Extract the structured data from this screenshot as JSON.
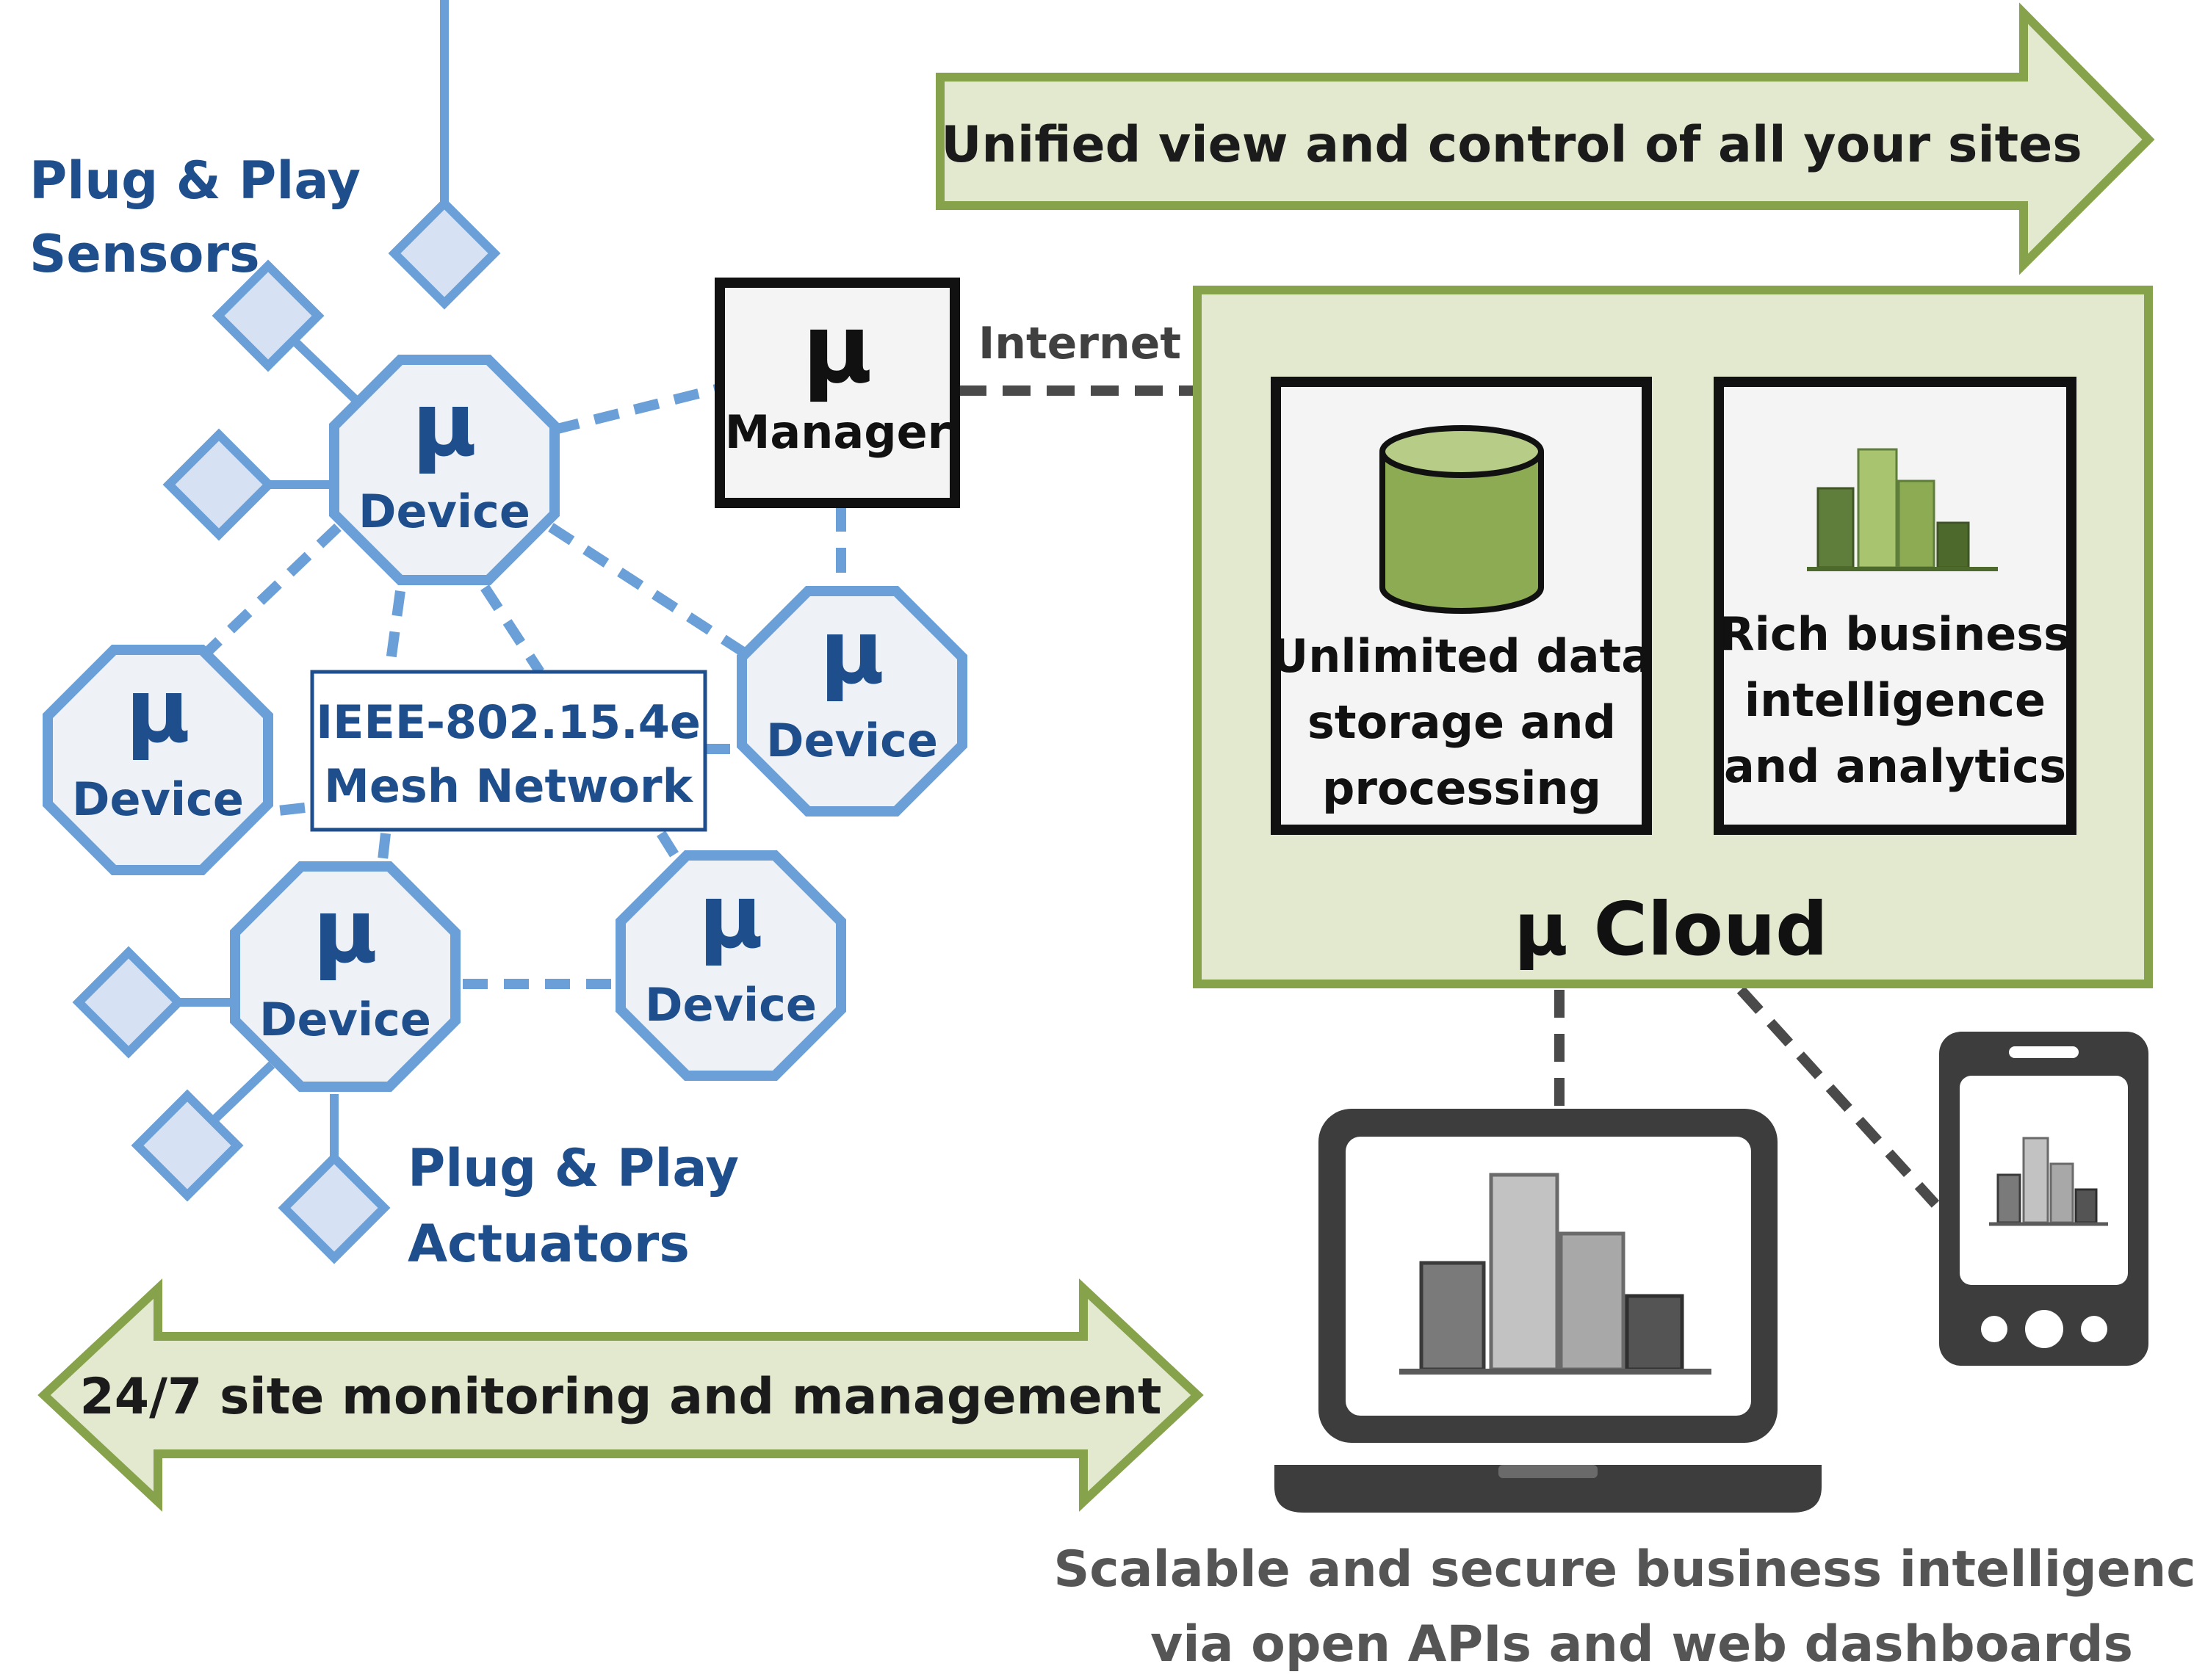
{
  "sensors_label": {
    "line1": "Plug & Play",
    "line2": "Sensors"
  },
  "actuators_label": {
    "line1": "Plug & Play",
    "line2": "Actuators"
  },
  "device": {
    "symbol": "μ",
    "label": "Device"
  },
  "manager": {
    "symbol": "μ",
    "label": "Manager"
  },
  "internet_label": "Internet",
  "mesh": {
    "line1": "IEEE-802.15.4e",
    "line2": "Mesh Network"
  },
  "top_arrow": "Unified view and control of all your sites",
  "bottom_arrow": "24/7 site monitoring and management",
  "cloud": {
    "label": "μ Cloud"
  },
  "storage_box": {
    "line1": "Unlimited data",
    "line2": "storage and",
    "line3": "processing"
  },
  "analytics_box": {
    "line1": "Rich business",
    "line2": "intelligence",
    "line3": "and analytics"
  },
  "footer": {
    "line1": "Scalable and secure business intelligence",
    "line2": "via open APIs and web dashboards"
  },
  "colors": {
    "device_stroke": "#6a9fd8",
    "device_fill": "#eef1f6",
    "diamond_fill": "#d6e2f3",
    "label_blue": "#1f4e8c",
    "arrow_fill": "#e2e9cf",
    "arrow_stroke": "#86a24a",
    "db_green": "#8cab52",
    "footer_gray": "#555555"
  }
}
